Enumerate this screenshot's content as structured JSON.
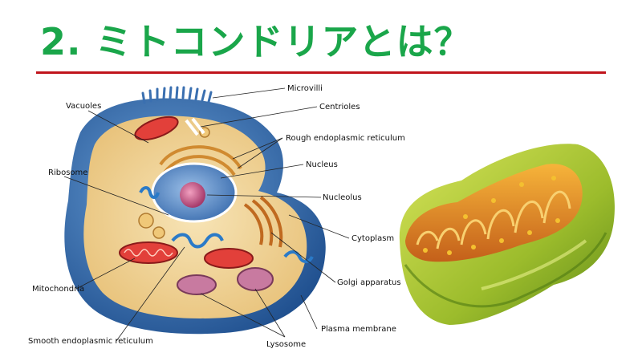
{
  "slide": {
    "title": "2. ミトコンドリアとは？"
  },
  "cell_diagram": {
    "labels": {
      "microvilli": "Microvilli",
      "vacuoles": "Vacuoles",
      "centrioles": "Centrioles",
      "rough_er": "Rough endoplasmic reticulum",
      "nucleus": "Nucleus",
      "ribosome": "Ribosome",
      "nucleolus": "Nucleolus",
      "cytoplasm": "Cytoplasm",
      "golgi": "Golgi apparatus",
      "mitochondria": "Mitochondria",
      "smooth_er": "Smooth endoplasmic reticulum",
      "plasma_membrane": "Plasma membrane",
      "lysosome": "Lysosome"
    }
  },
  "colors": {
    "title": "#1aa64a",
    "rule": "#c0141c",
    "membrane": "#3a74b8",
    "cytoplasm": "#f3d9a0",
    "mito_outer": "#a8c43a",
    "mito_inner": "#e08a1e"
  }
}
